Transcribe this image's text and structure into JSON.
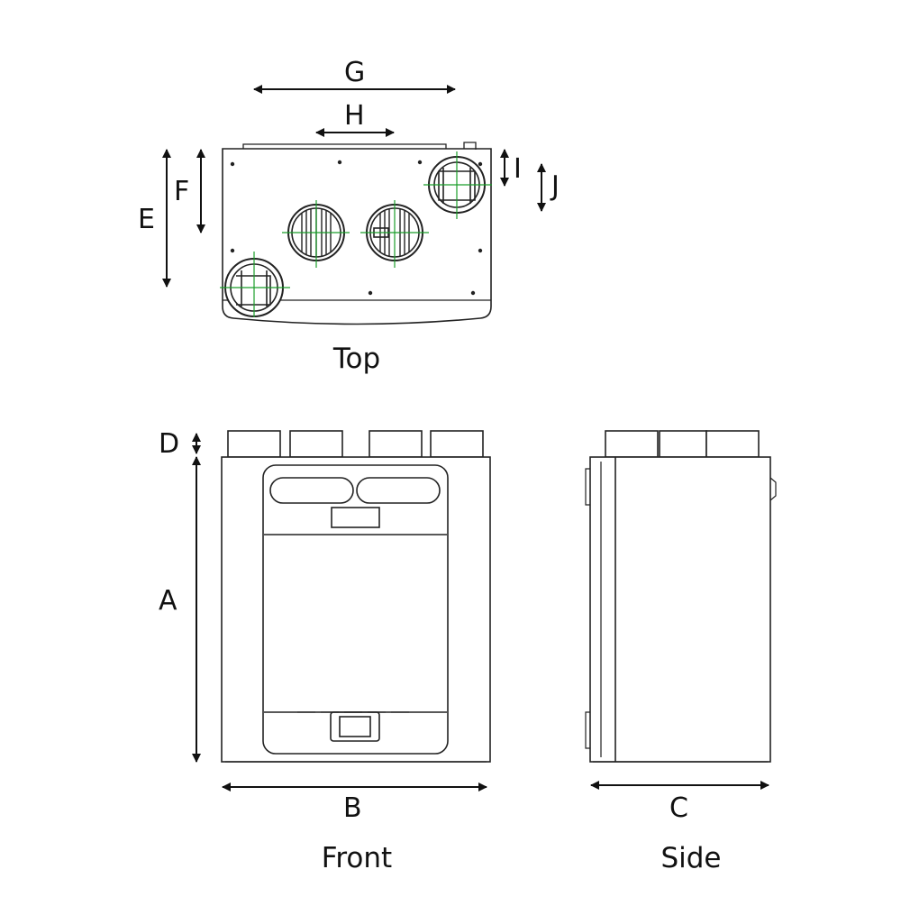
{
  "views": {
    "top": {
      "caption": "Top"
    },
    "front": {
      "caption": "Front"
    },
    "side": {
      "caption": "Side"
    }
  },
  "dimensions": {
    "A": "A",
    "B": "B",
    "C": "C",
    "D": "D",
    "E": "E",
    "F": "F",
    "G": "G",
    "H": "H",
    "I": "I",
    "J": "J"
  },
  "colors": {
    "line": "#222222",
    "centerline": "#1a9e2a",
    "fill": "#ffffff"
  }
}
